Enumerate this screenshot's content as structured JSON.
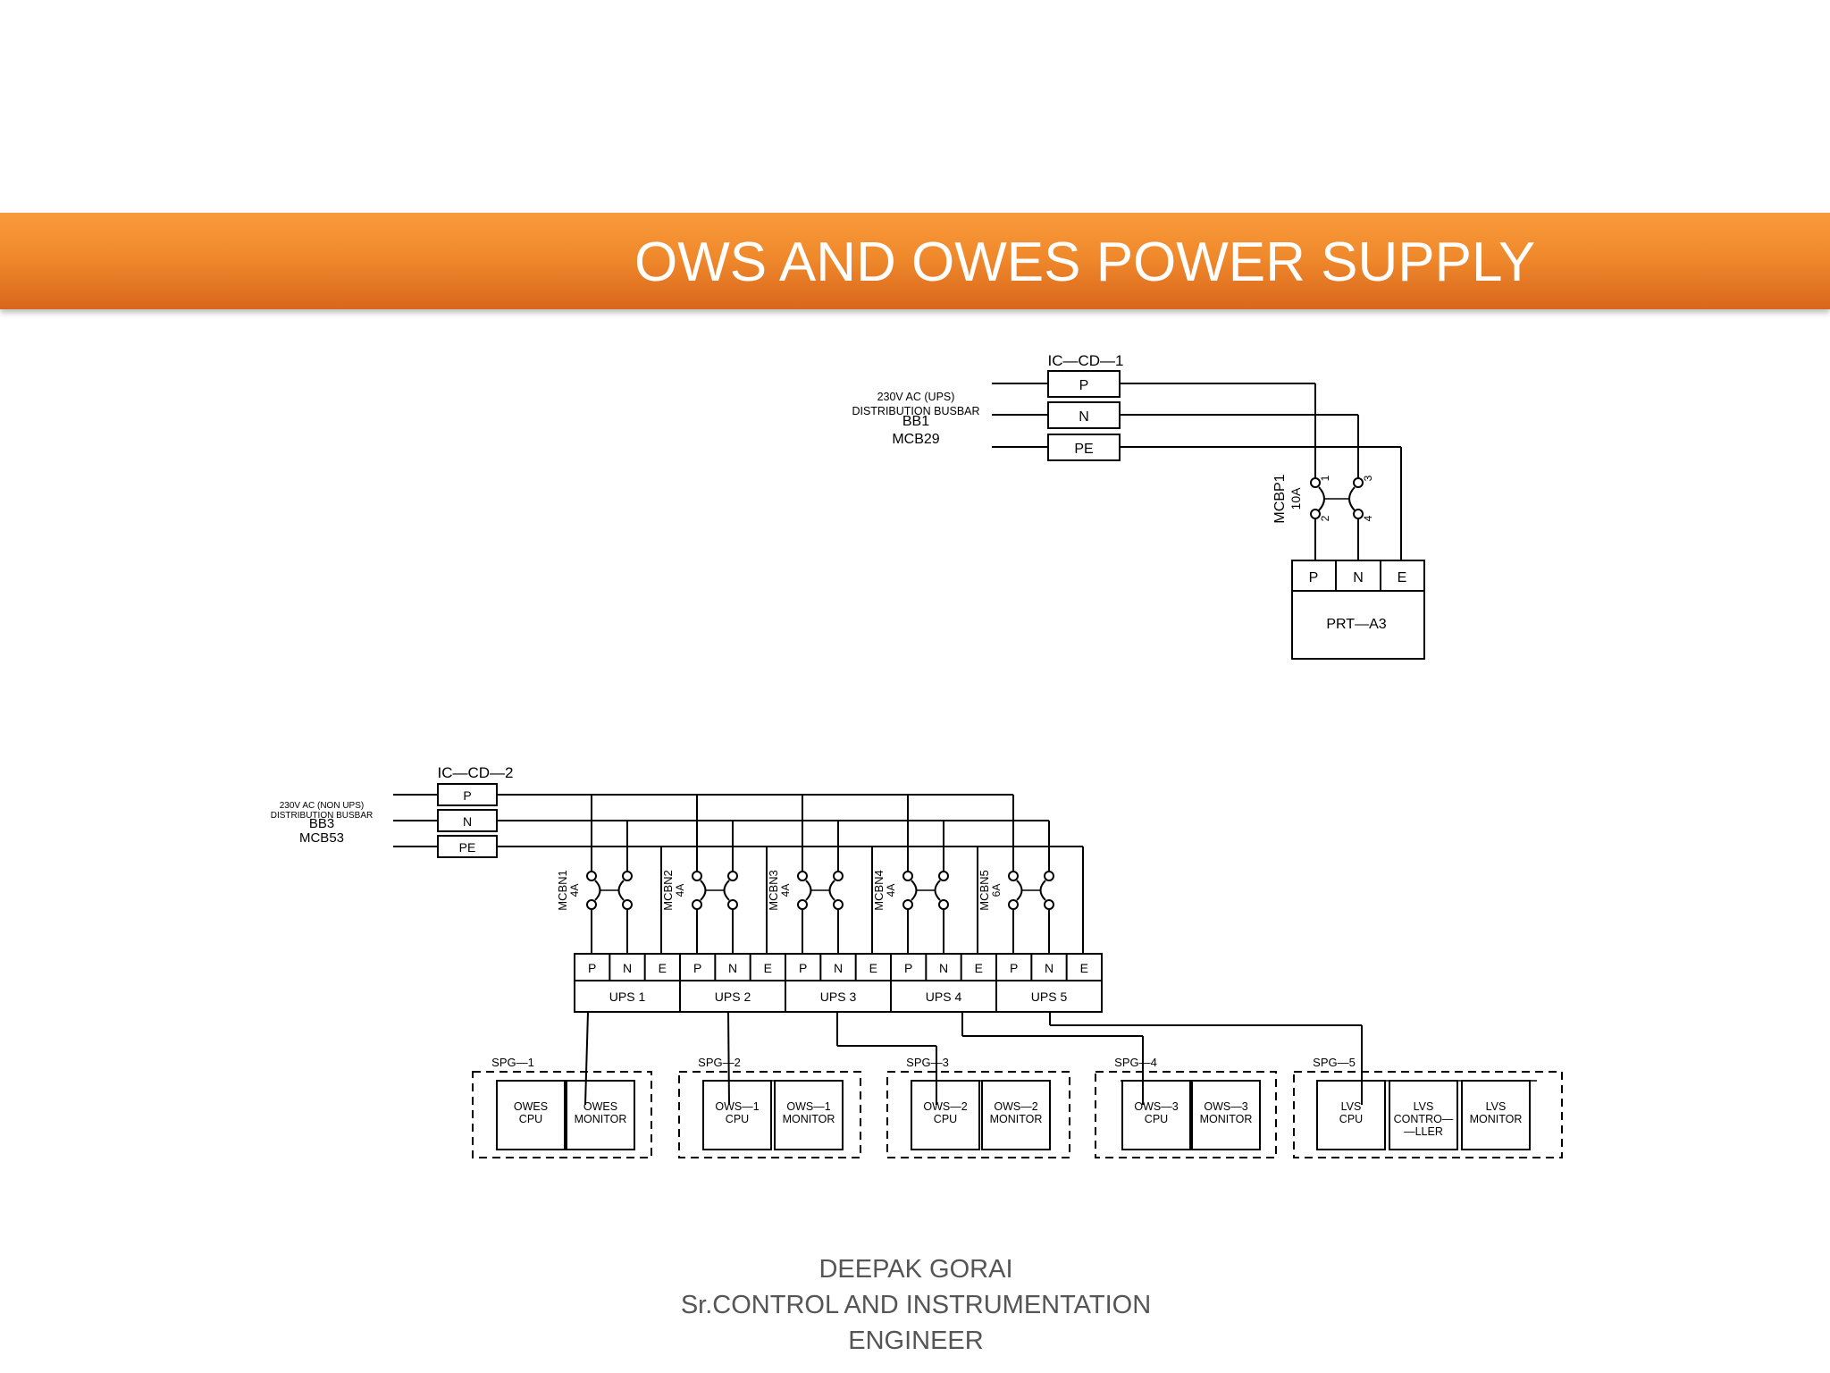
{
  "slide": {
    "title": "OWS AND OWES POWER SUPPLY"
  },
  "footer": {
    "line1": "DEEPAK GORAI",
    "line2": "Sr.CONTROL AND INSTRUMENTATION",
    "line3": "ENGINEER"
  },
  "diagram": {
    "top": {
      "board": "IC—CD—1",
      "terminals": [
        "P",
        "N",
        "PE"
      ],
      "source_lines": [
        "230V AC (UPS)",
        "DISTRIBUTION BUSBAR",
        "BB1",
        "MCB29"
      ],
      "mcb_label": "MCBP1",
      "mcb_rating": "10A",
      "mcb_pins": [
        "1",
        "2",
        "3",
        "4"
      ],
      "load_terminals": [
        "P",
        "N",
        "E"
      ],
      "load_name": "PRT—A3"
    },
    "bottom": {
      "board": "IC—CD—2",
      "terminals": [
        "P",
        "N",
        "PE"
      ],
      "source_lines": [
        "230V AC (NON UPS)",
        "DISTRIBUTION BUSBAR",
        "BB3",
        "MCB53"
      ],
      "mcbs": [
        {
          "label": "MCBN1",
          "rating": "4A"
        },
        {
          "label": "MCBN2",
          "rating": "4A"
        },
        {
          "label": "MCBN3",
          "rating": "4A"
        },
        {
          "label": "MCBN4",
          "rating": "4A"
        },
        {
          "label": "MCBN5",
          "rating": "6A"
        }
      ],
      "ups_terminals": [
        "P",
        "N",
        "E"
      ],
      "ups_units": [
        "UPS 1",
        "UPS 2",
        "UPS 3",
        "UPS 4",
        "UPS 5"
      ],
      "spgs": [
        {
          "name": "SPG—1",
          "devices": [
            [
              "OWES",
              "CPU"
            ],
            [
              "OWES",
              "MONITOR"
            ]
          ]
        },
        {
          "name": "SPG—2",
          "devices": [
            [
              "OWS—1",
              "CPU"
            ],
            [
              "OWS—1",
              "MONITOR"
            ]
          ]
        },
        {
          "name": "SPG—3",
          "devices": [
            [
              "OWS—2",
              "CPU"
            ],
            [
              "OWS—2",
              "MONITOR"
            ]
          ]
        },
        {
          "name": "SPG—4",
          "devices": [
            [
              "OWS—3",
              "CPU"
            ],
            [
              "OWS—3",
              "MONITOR"
            ]
          ]
        },
        {
          "name": "SPG—5",
          "devices": [
            [
              "LVS",
              "CPU"
            ],
            [
              "LVS",
              "CONTRO—",
              "—LLER"
            ],
            [
              "LVS",
              "MONITOR"
            ]
          ]
        }
      ]
    }
  }
}
